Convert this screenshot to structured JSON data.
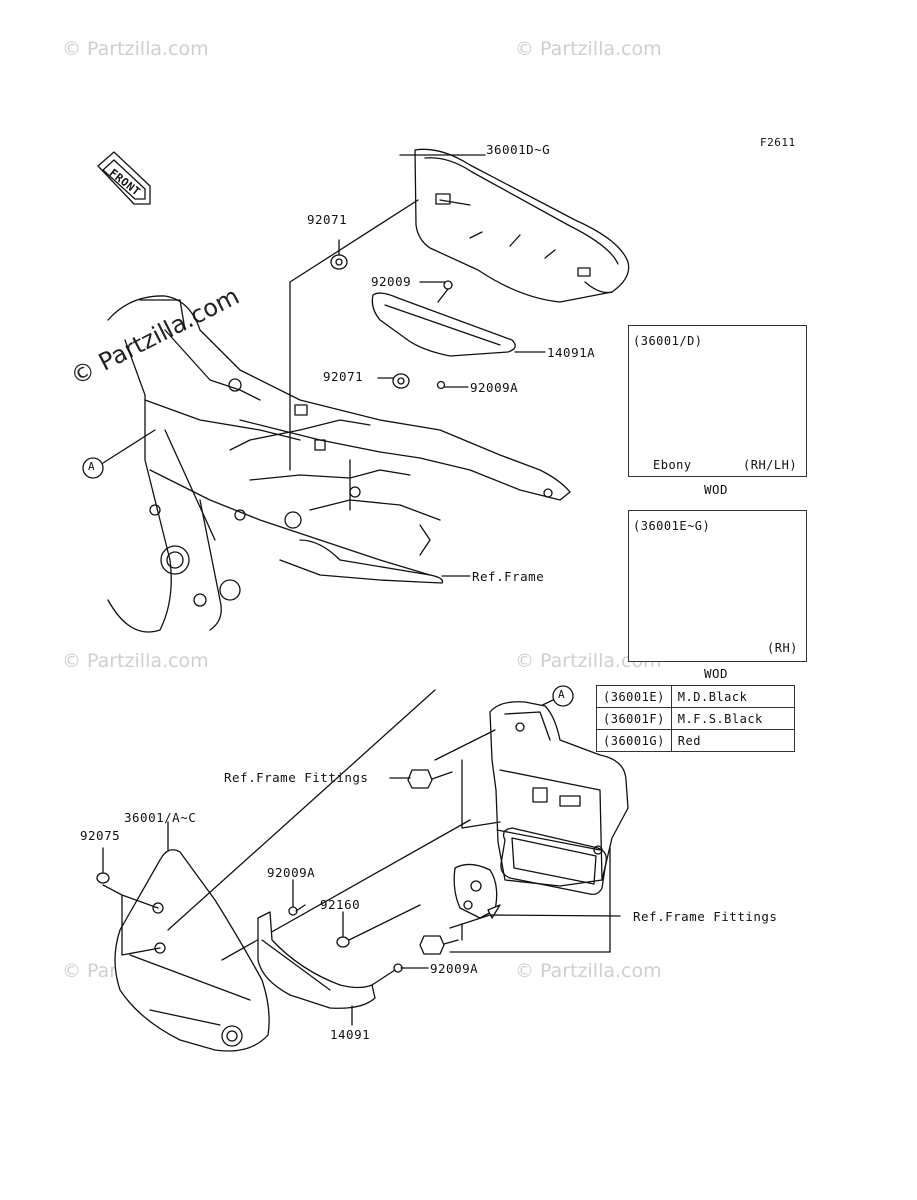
{
  "figure_code": "F2611",
  "watermark": "© Partzilla.com",
  "front_label": "FRONT",
  "callout_a": "A",
  "parts": {
    "cover_upper": "36001D~G",
    "grommet_1": "92071",
    "bolt_1": "92009",
    "bracket_upper": "14091A",
    "grommet_2": "92071",
    "bolt_2": "92009A",
    "ref_frame": "Ref.Frame",
    "ref_frame_fittings_1": "Ref.Frame Fittings",
    "cover_lower": "36001/A~C",
    "grommet_3": "92075",
    "bolt_3": "92009A",
    "washer": "92160",
    "ref_frame_fittings_2": "Ref.Frame Fittings",
    "bolt_4": "92009A",
    "bracket_lower": "14091"
  },
  "inset_1": {
    "title": "(36001/D)",
    "color_label": "Ebony",
    "side": "(RH/LH)",
    "caption": "WOD"
  },
  "inset_2": {
    "title": "(36001E~G)",
    "side": "(RH)",
    "caption": "WOD"
  },
  "color_table": [
    {
      "code": "(36001E)",
      "color": "M.D.Black"
    },
    {
      "code": "(36001F)",
      "color": "M.F.S.Black"
    },
    {
      "code": "(36001G)",
      "color": "Red"
    }
  ]
}
